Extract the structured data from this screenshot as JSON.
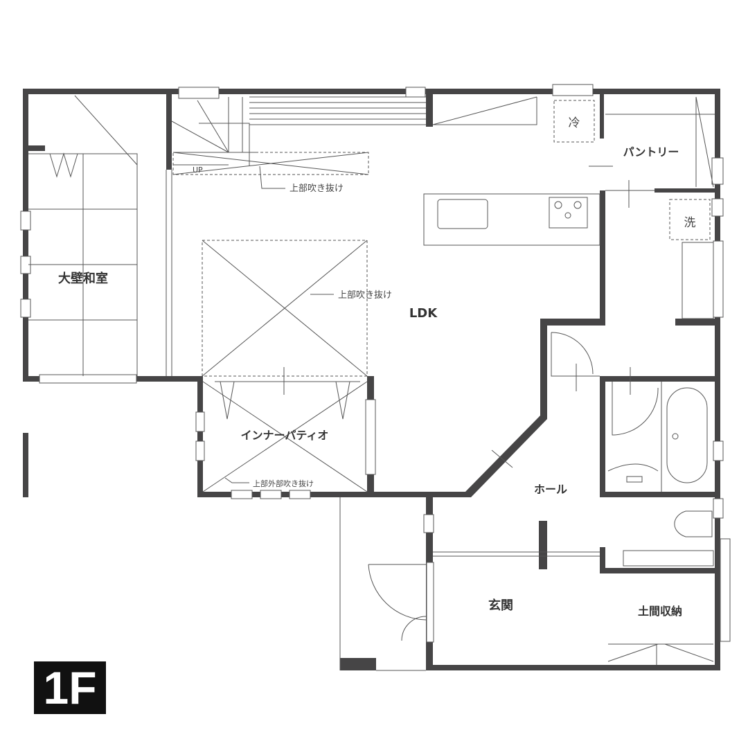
{
  "floor_label": "1F",
  "rooms": {
    "washitsu": "大壁和室",
    "ldk": "LDK",
    "pantry": "パントリー",
    "patio": "インナーパティオ",
    "hall": "ホール",
    "genkan": "玄関",
    "doma_storage": "土間収納"
  },
  "notes": {
    "stair_void": "上部吹き抜け",
    "ldk_void": "上部吹き抜け",
    "patio_void": "上部外部吹き抜け",
    "up": "UP"
  },
  "fixtures": {
    "fridge": "冷",
    "washer": "洗"
  },
  "colors": {
    "wall": "#464546",
    "badge": "#111111"
  }
}
